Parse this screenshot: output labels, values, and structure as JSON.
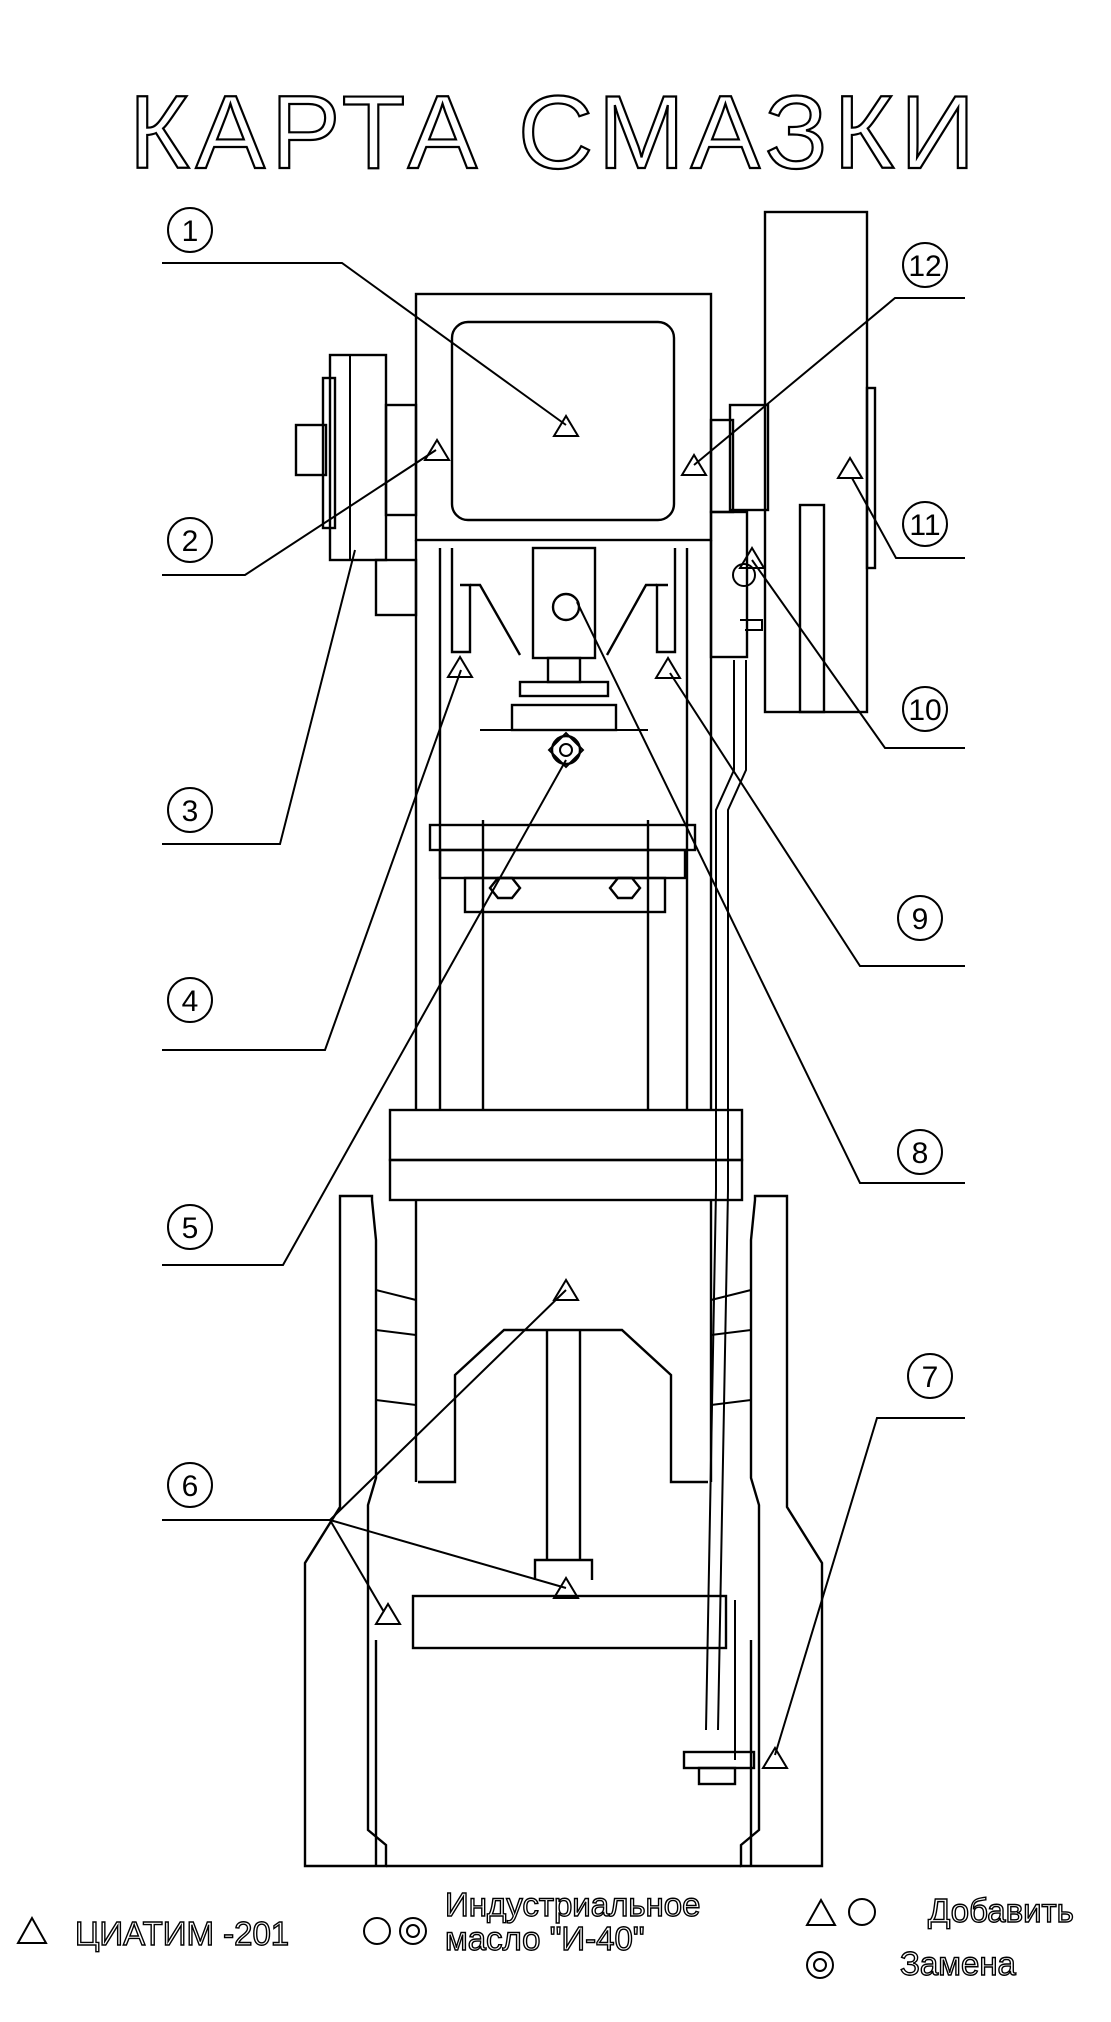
{
  "title": "КАРТА СМАЗКИ",
  "callouts": [
    "1",
    "2",
    "3",
    "4",
    "5",
    "6",
    "7",
    "8",
    "9",
    "10",
    "11",
    "12"
  ],
  "legend": {
    "lubricant1": "ЦИАТИМ -201",
    "lubricant2_line1": "Индустриальное",
    "lubricant2_line2": "масло \"И-40\"",
    "action_add": "Добавить",
    "action_replace": "Замена"
  },
  "symbols": {
    "triangle": "grease-point-triangle-icon",
    "circle": "oil-add-circle-icon",
    "double_circle": "oil-replace-double-circle-icon"
  },
  "colors": {
    "line": "#000000",
    "background": "#ffffff"
  }
}
